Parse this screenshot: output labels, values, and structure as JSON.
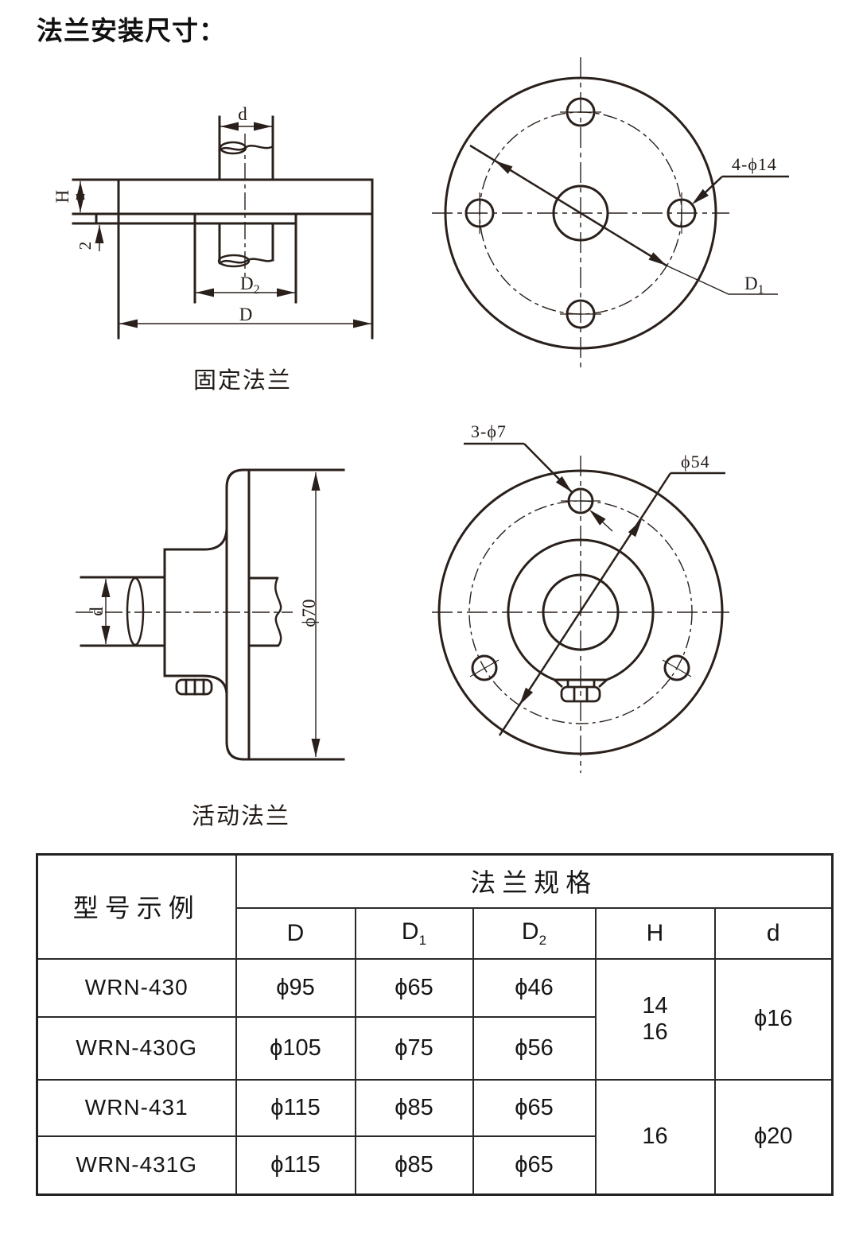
{
  "title": "法兰安装尺寸：",
  "fixed_flange": {
    "caption": "固定法兰",
    "dims": {
      "d": "d",
      "H": "H",
      "lip": "2",
      "D2_main": "D",
      "D2_sub": "2",
      "D": "D",
      "holes": "4-ϕ14",
      "D1_main": "D",
      "D1_sub": "1"
    }
  },
  "movable_flange": {
    "caption": "活动法兰",
    "dims": {
      "d": "d",
      "outer_dia": "ϕ70",
      "holes": "3-ϕ7",
      "bolt_circle_dia": "ϕ54"
    }
  },
  "table": {
    "header": {
      "model": "型号示例",
      "spec": "法兰规格",
      "col_D": "D",
      "col_D1_main": "D",
      "col_D1_sub": "1",
      "col_D2_main": "D",
      "col_D2_sub": "2",
      "col_H": "H",
      "col_d": "d"
    },
    "rows": [
      {
        "model": "WRN-430",
        "D": "ϕ95",
        "D1": "ϕ65",
        "D2": "ϕ46",
        "H": "14"
      },
      {
        "model": "WRN-430G",
        "D": "ϕ105",
        "D1": "ϕ75",
        "D2": "ϕ56",
        "H": "16"
      },
      {
        "model": "WRN-431",
        "D": "ϕ115",
        "D1": "ϕ85",
        "D2": "ϕ65"
      },
      {
        "model": "WRN-431G",
        "D": "ϕ115",
        "D1": "ϕ85",
        "D2": "ϕ65"
      }
    ],
    "merged": {
      "d_top": "ϕ16",
      "H_bottom": "16",
      "d_bottom": "ϕ20"
    }
  }
}
